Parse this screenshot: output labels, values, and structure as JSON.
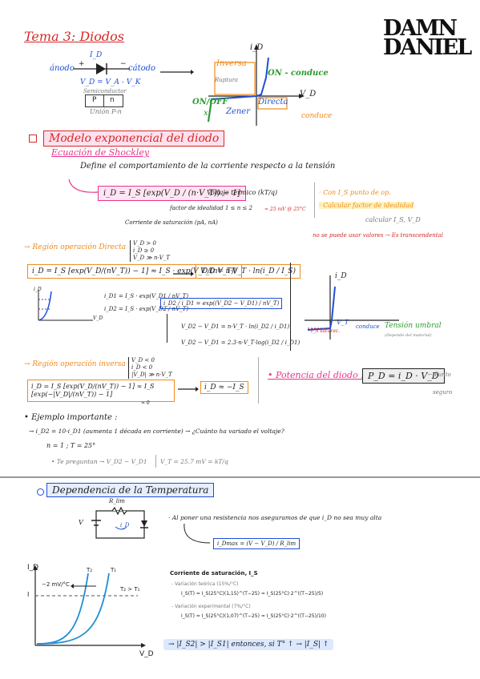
{
  "title": {
    "text": "Tema 3: Diodos"
  },
  "logo": {
    "line1": "DAMN",
    "line2": "DANIEL"
  },
  "diode_section": {
    "anode": "ánodo",
    "cathode": "cátodo",
    "current": "I_D",
    "voltage": "V_D = V_A - V_K",
    "semi": "Semiconductor",
    "p": "P",
    "n": "n",
    "union": "Unión P-n"
  },
  "iv_graph": {
    "iD": "i_D",
    "vD": "V_D",
    "inversa": "Inversa",
    "on_conduce": "ON - conduce",
    "ruptura": "Ruptura",
    "on_off": "ON/OFF",
    "x": "x",
    "zener": "Zener",
    "directa": "Directa",
    "conduce": "conduce"
  },
  "modelo": {
    "heading": "Modelo exponencial del diodo",
    "shockley": "Ecuación de Shockley",
    "define": "Define el comportamiento de la corriente respecto a la tensión",
    "eq_main": "i_D = I_S [exp(V_D / (n·V_T)) − 1]",
    "vt_label": "Voltaje térmico (kT/q)",
    "vt_value": "≈ 25 mV @ 25°C",
    "n_label": "factor de idealidad 1 ≤ n ≤ 2",
    "is_label": "Corriente de saturación (pA, nA)",
    "note1": "· Con I_S punto de op.",
    "note2": "· Calcular factor de idealidad",
    "note3": "calcular I_S, V_D",
    "red_note": "no se puede usar valores → Es transcendental"
  },
  "directa": {
    "heading": "→ Región operación Directa",
    "cond1": "V_D > 0",
    "cond2": "i_D ≥ 0",
    "cond3": "V_D ≫ n·V_T",
    "eq1": "i_D = I_S [exp(V_D/(nV_T)) − 1] ≈ I_S · exp(V_D/(nV_T))",
    "eq2": "V_D = n·V_T · ln(i_D / I_S)",
    "id1": "i_D1 = I_S · exp(V_D1 / nV_T)",
    "id2": "i_D2 = I_S · exp(V_D2 / nV_T)",
    "ratio": "i_D2 / i_D1 = exp((V_D2 − V_D1) / nV_T)",
    "diff1": "V_D2 − V_D1 = n·V_T · ln(i_D2 / i_D1)",
    "diff2": "V_D2 − V_D1 = 2.3·n·V_T·log(i_D2 / i_D1)",
    "graph_i": "i_D",
    "graph_v": "V_D",
    "vt": "V_T",
    "tension_umbral": "Tensión umbral",
    "umbral_sub": "(Depende del material)",
    "conduce": "conduce",
    "saturac": "I_S saturac."
  },
  "inversa": {
    "heading": "→ Región operación inversa",
    "cond1": "V_D < 0",
    "cond2": "i_D < 0",
    "cond3": "|V_D| ≫ n·V_T",
    "eq1": "i_D = I_S [exp(V_D/(nV_T)) − 1] ≈ I_S [exp(−|V_D|/(nV_T)) − 1]",
    "cero": "≈ 0",
    "result": "i_D ≈ −I_S"
  },
  "potencia": {
    "heading": "• Potencia del diodo :",
    "eq": "P_D = i_D · V_D",
    "note": "← Punto",
    "note2": "seguro"
  },
  "ejemplo": {
    "heading": "• Ejemplo importante :",
    "line1": "→ i_D2 = 10·i_D1 (aumenta 1 década en corriente) → ¿Cuánto ha variado el voltaje?",
    "line2": "n = 1 ;  T = 25°",
    "line3": "• Te preguntan → V_D2 − V_D1",
    "line4": "V_T = 25.7 mV = kT/q"
  },
  "temperatura": {
    "heading": "Dependencia de la Temperatura",
    "rlim": "R_lim",
    "v": "V",
    "id": "i_D",
    "note": "· Al poner una resistencia nos aseguramos de que i_D no sea muy alta",
    "eq": "i_Dmax = (V − V_D) / R_lim",
    "plot_id": "I_D",
    "plot_vd": "V_D",
    "plot_i": "I",
    "t1": "T₁",
    "t2": "T₂",
    "t2gt": "T₂ > T₁",
    "slope": "−2 mV/°C",
    "sat_title": "Corriente de saturación, I_S",
    "sat_teo": "- Variación teórica (15%/°C)",
    "sat_teo_eq": "I_S(T) = I_S(25°C)(1,15)^(T−25) ≈ I_S(25°C)·2^((T−25)/5)",
    "sat_exp": "- Variación experimental (7%/°C)",
    "sat_exp_eq": "I_S(T) = I_S(25°C)(1,07)^(T−25) ≈ I_S(25°C)·2^((T−25)/10)",
    "bottom": "→ |I_S2| > |I_S1| entonces, si T° ↑ → |I_S| ↑"
  },
  "colors": {
    "red": "#d62828",
    "blue": "#1f4fd6",
    "pink": "#e8348a",
    "orange": "#f08a1c",
    "green": "#2e9a2e"
  }
}
